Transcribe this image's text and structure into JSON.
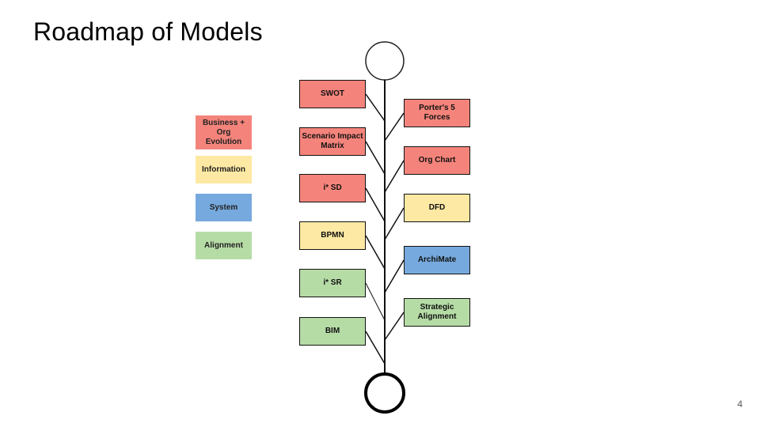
{
  "slide": {
    "title": "Roadmap of Models",
    "page_number": "4"
  },
  "colors": {
    "business": "#f4847b",
    "information": "#fde9a3",
    "system": "#76a9dd",
    "alignment": "#b6dca6"
  },
  "legend": [
    {
      "label": "Business + Org Evolution",
      "category": "business"
    },
    {
      "label": "Information",
      "category": "information"
    },
    {
      "label": "System",
      "category": "system"
    },
    {
      "label": "Alignment",
      "category": "alignment"
    }
  ],
  "roadmap": {
    "left": [
      {
        "label": "SWOT",
        "category": "business"
      },
      {
        "label": "Scenario Impact Matrix",
        "category": "business"
      },
      {
        "label": "i* SD",
        "category": "business"
      },
      {
        "label": "BPMN",
        "category": "information"
      },
      {
        "label": "i* SR",
        "category": "alignment"
      },
      {
        "label": "BIM",
        "category": "alignment"
      }
    ],
    "right": [
      {
        "label": "Porter's 5 Forces",
        "category": "business"
      },
      {
        "label": "Org Chart",
        "category": "business"
      },
      {
        "label": "DFD",
        "category": "information"
      },
      {
        "label": "ArchiMate",
        "category": "system"
      },
      {
        "label": "Strategic Alignment",
        "category": "alignment"
      }
    ]
  }
}
